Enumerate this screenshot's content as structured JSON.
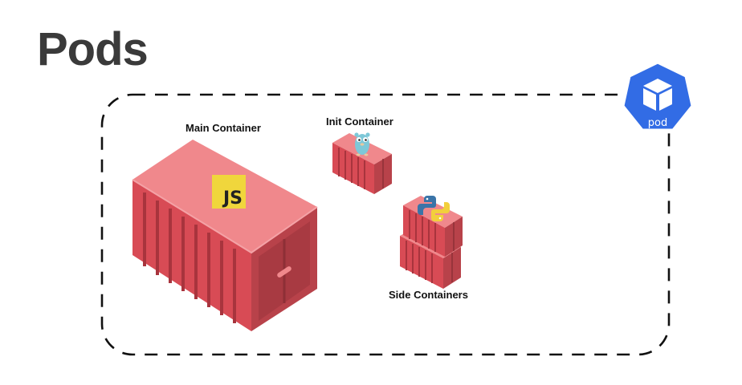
{
  "title": "Pods",
  "labels": {
    "main_container": "Main Container",
    "init_container": "Init Container",
    "side_containers": "Side Containers"
  },
  "badge": {
    "text": "pod",
    "icon": "kubernetes-pod-icon"
  },
  "logos": {
    "main": {
      "icon": "javascript-logo-icon",
      "text": "JS"
    },
    "init": {
      "icon": "go-gopher-icon"
    },
    "side": {
      "icon": "python-logo-icon"
    }
  },
  "colors": {
    "title": "#3a3a3a",
    "container_top": "#f0888c",
    "container_front": "#e05a62",
    "container_side": "#b8424a",
    "badge_blue": "#326ce5",
    "js_yellow": "#f0d63c"
  }
}
